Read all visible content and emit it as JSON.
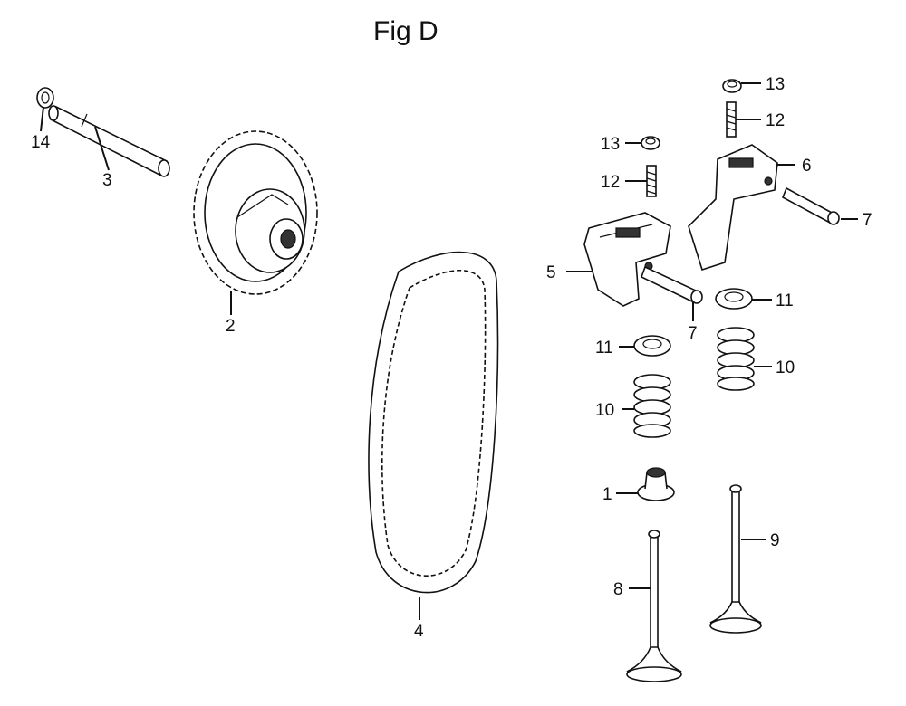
{
  "figure": {
    "title": "Fig D"
  },
  "callouts": {
    "c1": "1",
    "c2": "2",
    "c3": "3",
    "c4": "4",
    "c5": "5",
    "c6": "6",
    "c7a": "7",
    "c7b": "7",
    "c8": "8",
    "c9": "9",
    "c10a": "10",
    "c10b": "10",
    "c11a": "11",
    "c11b": "11",
    "c12a": "12",
    "c12b": "12",
    "c13a": "13",
    "c13b": "13",
    "c14": "14"
  }
}
